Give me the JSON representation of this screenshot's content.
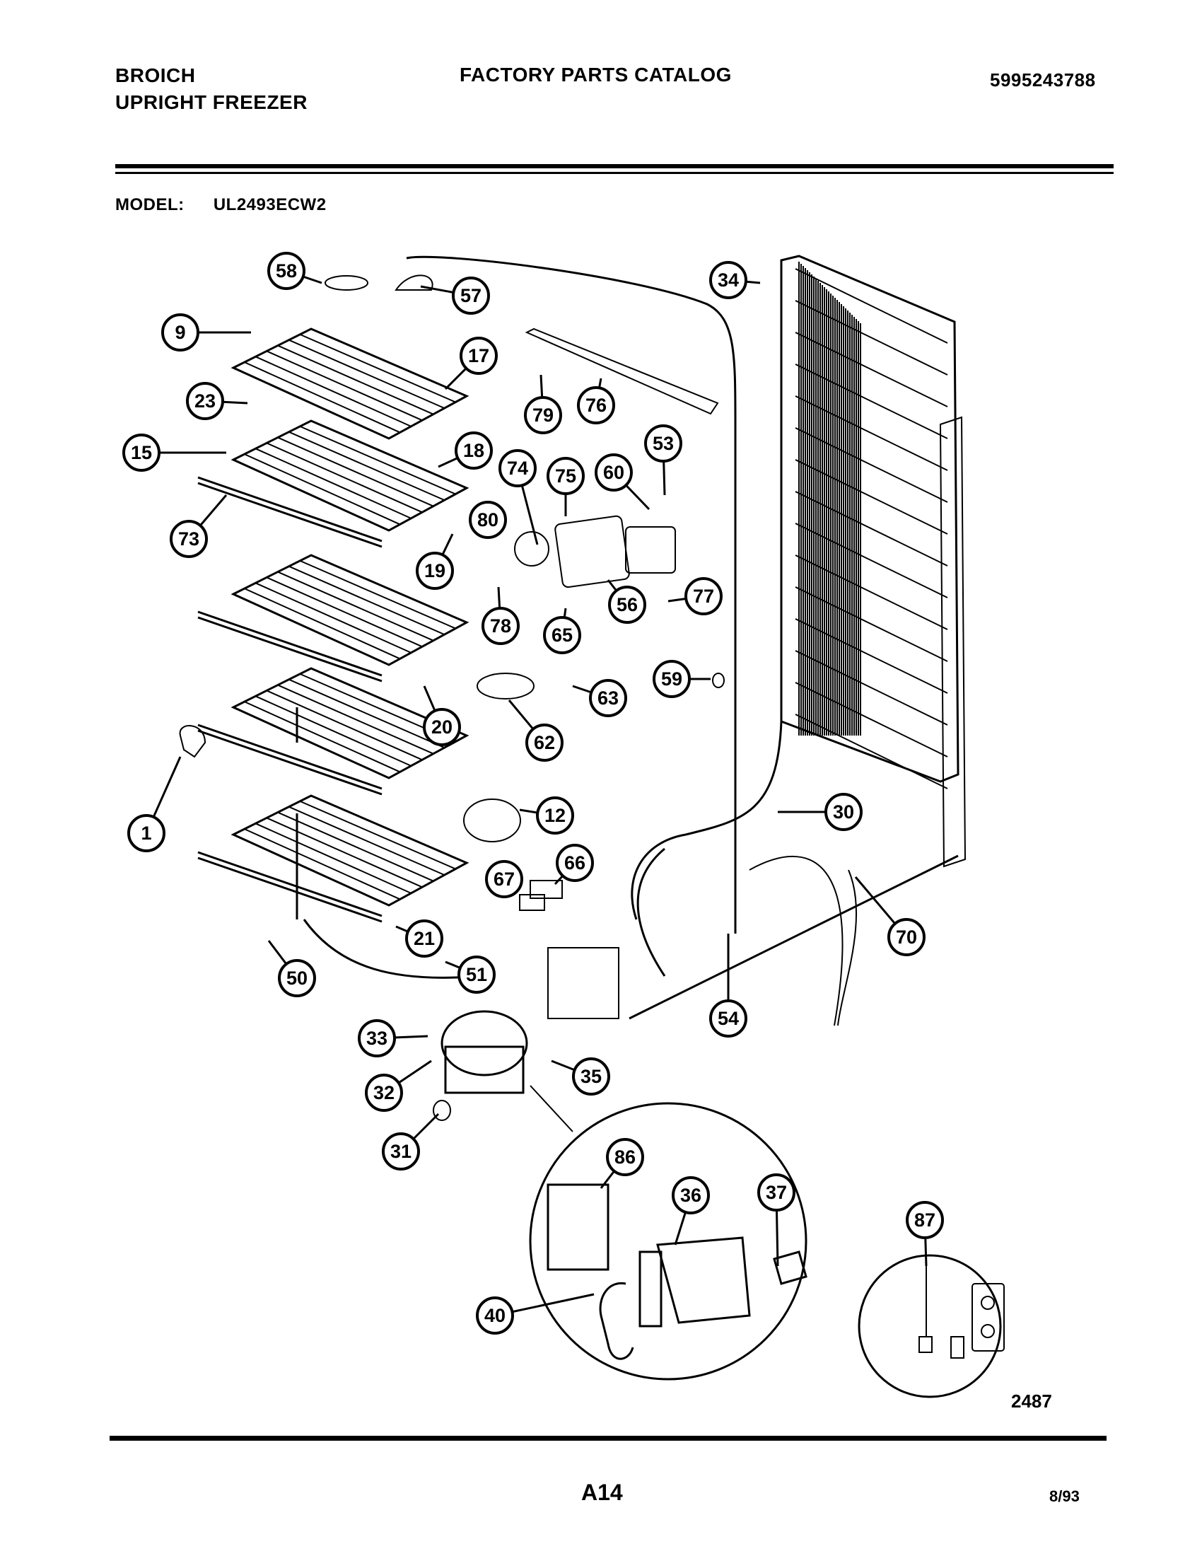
{
  "header": {
    "brand_line1": "BROICH",
    "brand_line2": "UPRIGHT FREEZER",
    "catalog_title": "FACTORY PARTS CATALOG",
    "catalog_number": "5995243788"
  },
  "model": {
    "label": "MODEL:",
    "number": "UL2493ECW2"
  },
  "diagram": {
    "drawing_number": "2487",
    "callouts": [
      "58",
      "57",
      "9",
      "17",
      "23",
      "15",
      "18",
      "73",
      "34",
      "79",
      "76",
      "53",
      "74",
      "75",
      "60",
      "80",
      "19",
      "78",
      "56",
      "65",
      "77",
      "59",
      "63",
      "62",
      "20",
      "1",
      "12",
      "30",
      "67",
      "66",
      "21",
      "51",
      "50",
      "70",
      "54",
      "33",
      "32",
      "35",
      "31",
      "86",
      "36",
      "37",
      "40",
      "87"
    ]
  },
  "footer": {
    "page_code": "A14",
    "date": "8/93"
  }
}
